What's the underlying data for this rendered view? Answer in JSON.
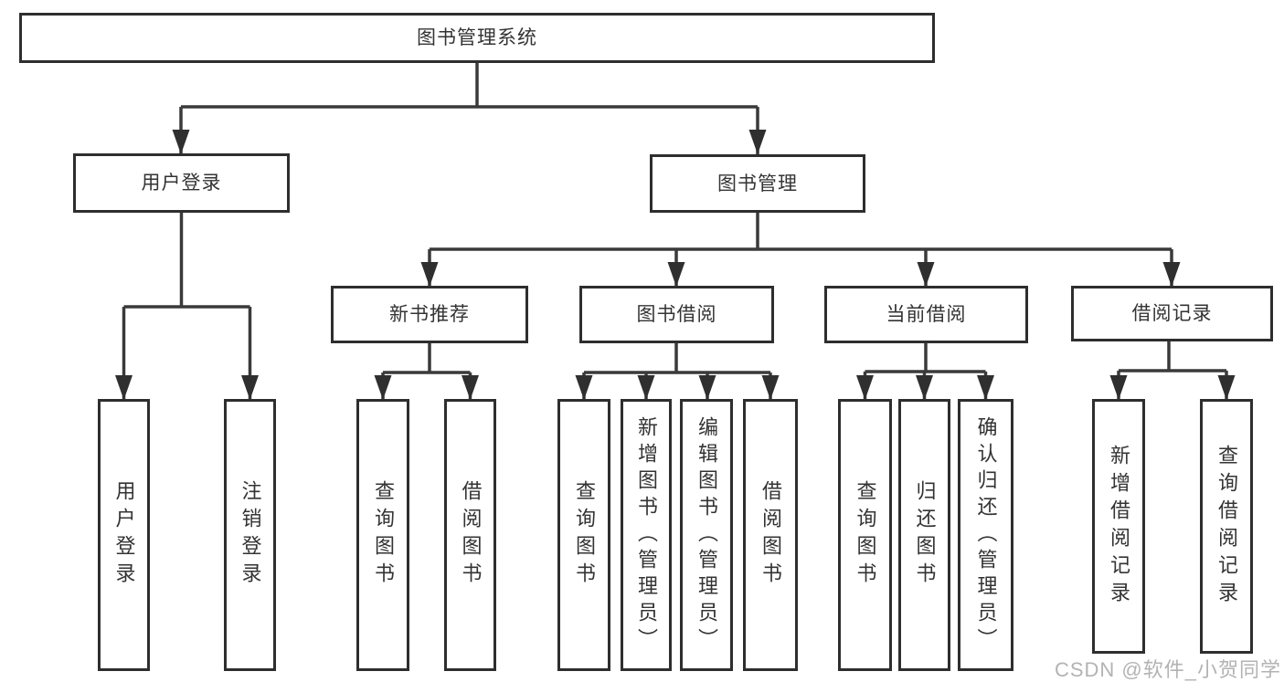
{
  "tree": {
    "root": {
      "label": "图书管理系统",
      "children": [
        {
          "label": "用户登录",
          "children": [
            {
              "label": "用户登录"
            },
            {
              "label": "注销登录"
            }
          ]
        },
        {
          "label": "图书管理",
          "children": [
            {
              "label": "新书推荐",
              "children": [
                {
                  "label": "查询图书"
                },
                {
                  "label": "借阅图书"
                }
              ]
            },
            {
              "label": "图书借阅",
              "children": [
                {
                  "label": "查询图书"
                },
                {
                  "label": "新增图书（管理员）"
                },
                {
                  "label": "编辑图书（管理员）"
                },
                {
                  "label": "借阅图书"
                }
              ]
            },
            {
              "label": "当前借阅",
              "children": [
                {
                  "label": "查询图书"
                },
                {
                  "label": "归还图书"
                },
                {
                  "label": "确认归还（管理员）"
                }
              ]
            },
            {
              "label": "借阅记录",
              "children": [
                {
                  "label": "新增借阅记录"
                },
                {
                  "label": "查询借阅记录"
                }
              ]
            }
          ]
        }
      ]
    }
  },
  "watermark": {
    "text": "CSDN @软件_小贺同学"
  },
  "colors": {
    "line": "#3a3a3a",
    "border": "#2e2e2e",
    "text": "#333333",
    "watermark": "#b3b3b3",
    "background": "#ffffff"
  }
}
